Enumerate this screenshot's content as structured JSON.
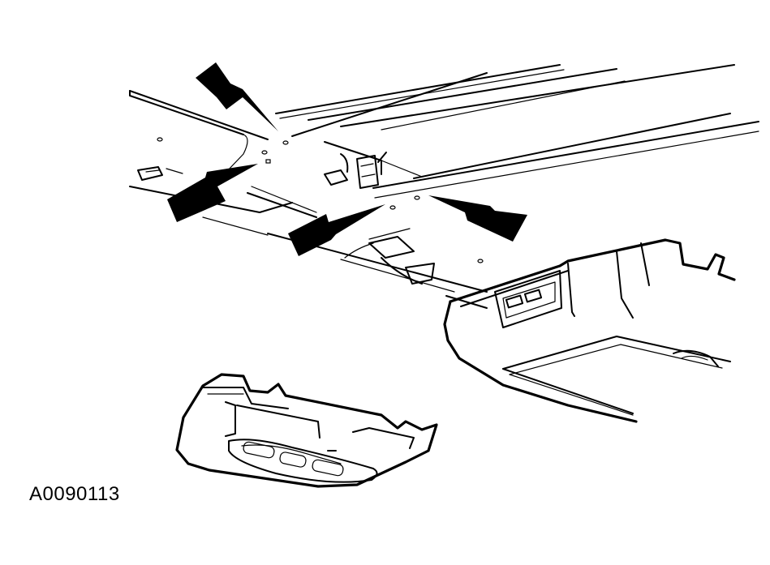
{
  "figure": {
    "id_label": "A0090113"
  },
  "illustration": {
    "parts": [
      "roof-headliner",
      "mounting-hole",
      "wiring-connector",
      "overhead-console",
      "map-light-console"
    ],
    "arrow_count": 4,
    "colors": {
      "line": "#000000",
      "background": "#ffffff"
    }
  }
}
